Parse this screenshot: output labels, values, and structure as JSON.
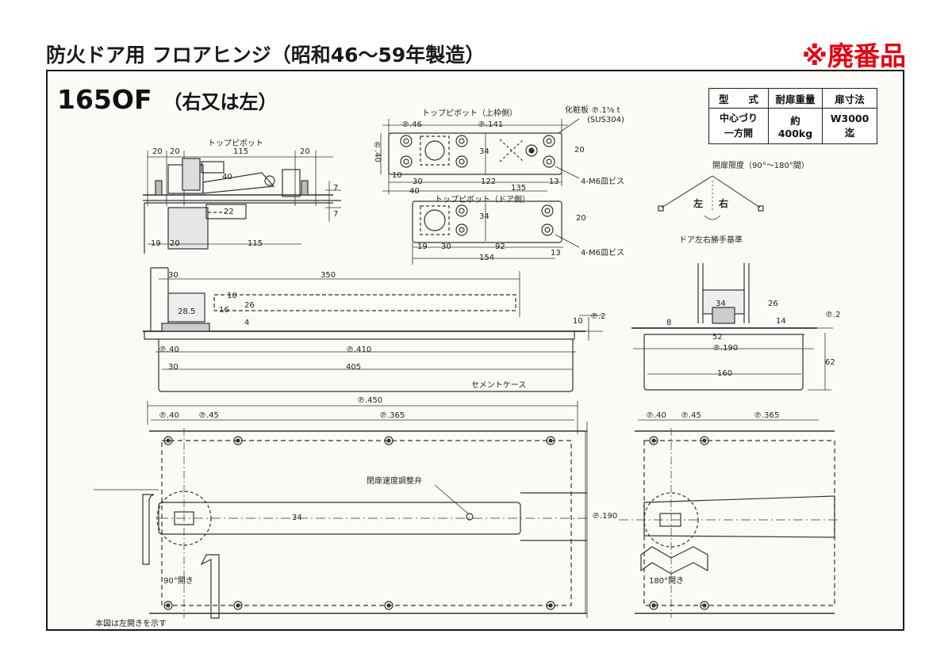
{
  "header": {
    "title": "防火ドア用 フロアヒンジ（昭和46～59年製造）",
    "status": "※廃番品"
  },
  "drawing": {
    "model": "165OF",
    "variant": "（右又は左）",
    "spec_table": {
      "headers": [
        "型　　式",
        "耐扉重量",
        "扉寸法"
      ],
      "row": [
        "中心づり 一方開",
        "約400kg",
        "W3000迄"
      ]
    },
    "labels": {
      "top_pivot": "トップピボット",
      "top_pivot_upper": "トップピボット（上枠側）",
      "top_pivot_door": "トップピボット（ドア側）",
      "cover_plate": "化粧板",
      "cover_plate_spec": "℗.1⅝ t",
      "material": "(SUS304)",
      "screw_1": "4-M6皿ビス",
      "screw_2": "4-M6皿ビス",
      "opening_limit": "開扉限度（90°～180°間）",
      "left": "左",
      "right": "右",
      "hand_basis": "ドア左右勝手基準",
      "cement_case": "セメントケース",
      "speed_valve": "閉扉速度調整弁",
      "open_90": "90°開き",
      "open_180": "180°開き",
      "note": "本図は左開きを示す"
    },
    "dims": {
      "d20a": "20",
      "d20b": "20",
      "d115a": "115",
      "d20c": "20",
      "d40a": "40",
      "d7a": "7",
      "d22": "22",
      "d7b": "7",
      "d19a": "19",
      "d20d": "20",
      "d115b": "115",
      "p46": "℗.46",
      "p141": "℗.141",
      "p40": "℗.40",
      "d34a": "34",
      "d20e": "20",
      "d10": "10",
      "d30a": "30",
      "d122": "122",
      "d13a": "13",
      "d40b": "40",
      "d135": "135",
      "d34b": "34",
      "d20f": "20",
      "d19b": "19",
      "d30b": "30",
      "d92": "92",
      "d154": "154",
      "d13b": "13",
      "d30c": "30",
      "d350": "350",
      "d10b": "10",
      "d16": "16",
      "d26a": "26",
      "d285": "28.5",
      "d4": "4",
      "d10c": "10",
      "p2a": "℗.2",
      "p40b": "℗.40",
      "p410": "℗.410",
      "d30d": "30",
      "d405": "405",
      "d34c": "34",
      "d26b": "26",
      "d8": "8",
      "d14": "14",
      "d52": "52",
      "p190a": "℗.190",
      "d160": "160",
      "p2b": "℗.2",
      "d62": "62",
      "p450": "℗.450",
      "p40c": "℗.40",
      "p45a": "℗.45",
      "p365a": "℗.365",
      "d34d": "34",
      "p190b": "℗.190",
      "p40d": "℗.40",
      "p45b": "℗.45",
      "p365b": "℗.365"
    }
  }
}
